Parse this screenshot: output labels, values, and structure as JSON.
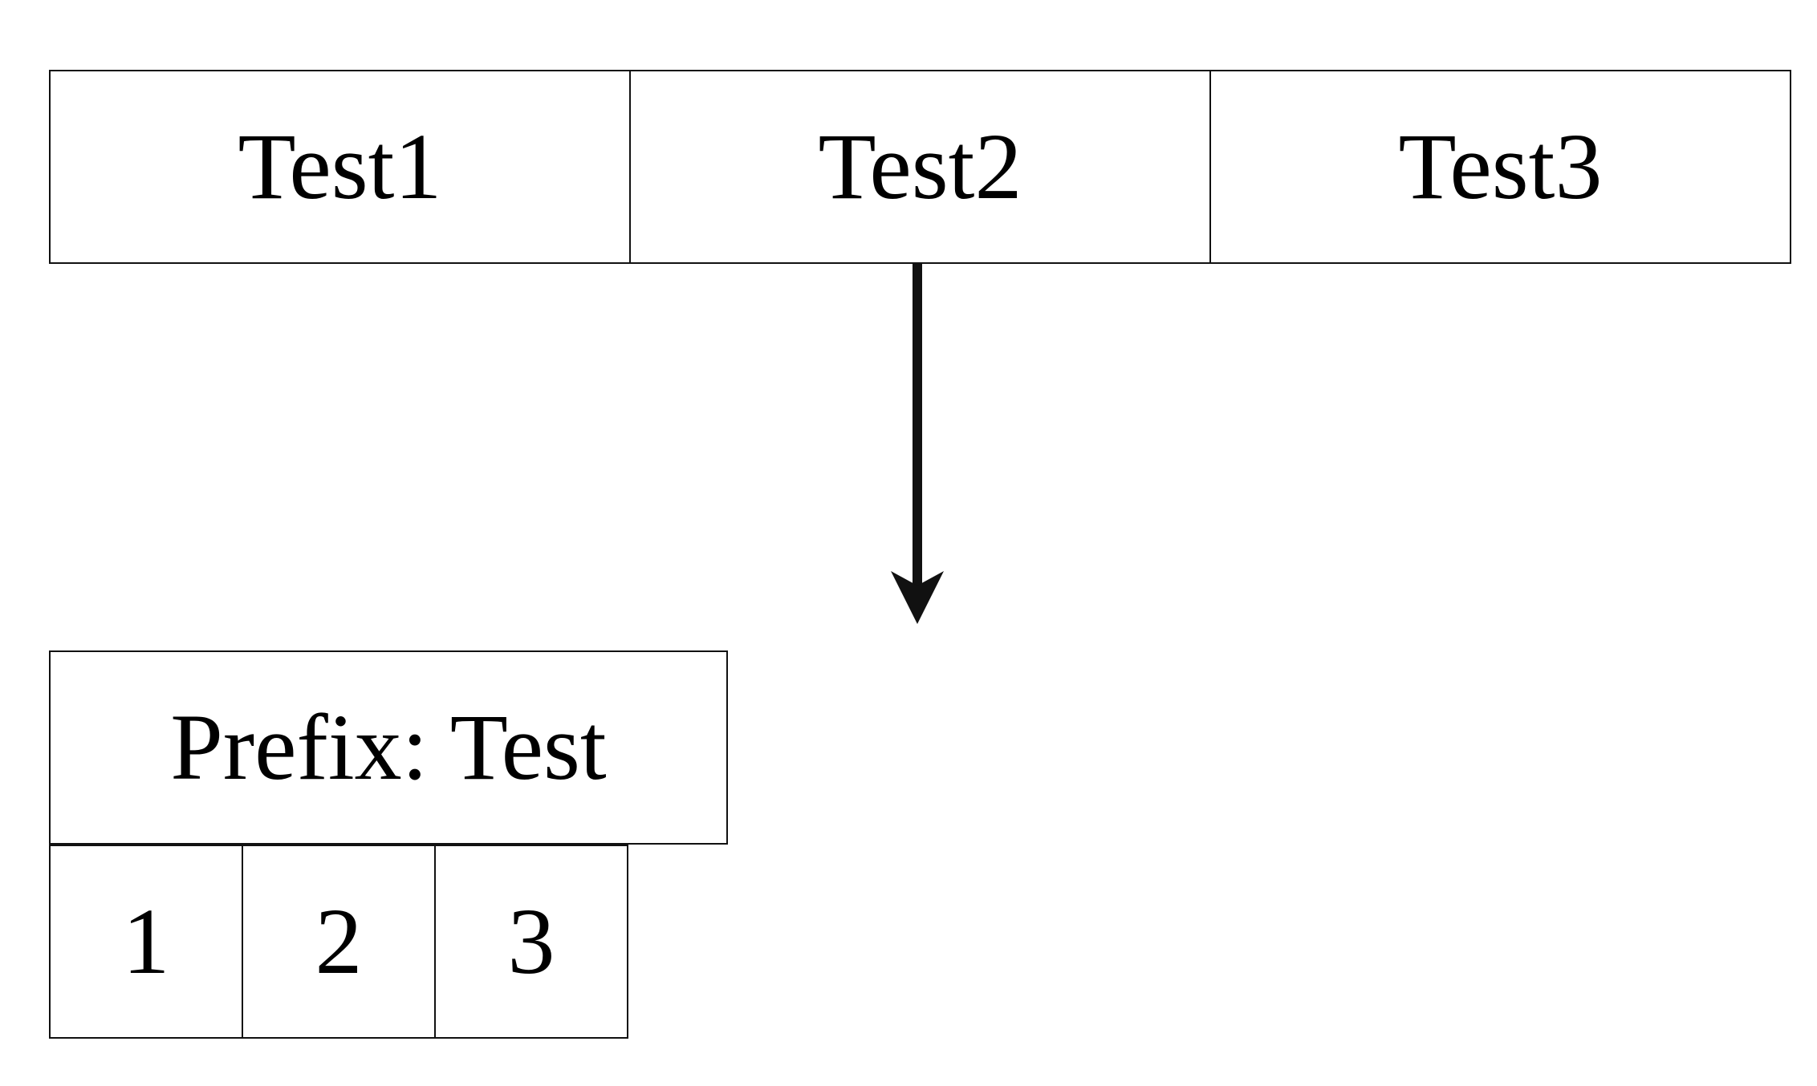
{
  "top_row": {
    "cells": [
      {
        "label": "Test1"
      },
      {
        "label": "Test2"
      },
      {
        "label": "Test3"
      }
    ]
  },
  "prefix_box": {
    "label": "Prefix: Test"
  },
  "digit_row": {
    "cells": [
      {
        "label": "1"
      },
      {
        "label": "2"
      },
      {
        "label": "3"
      }
    ]
  },
  "colors": {
    "stroke": "#111111",
    "background": "#ffffff"
  }
}
